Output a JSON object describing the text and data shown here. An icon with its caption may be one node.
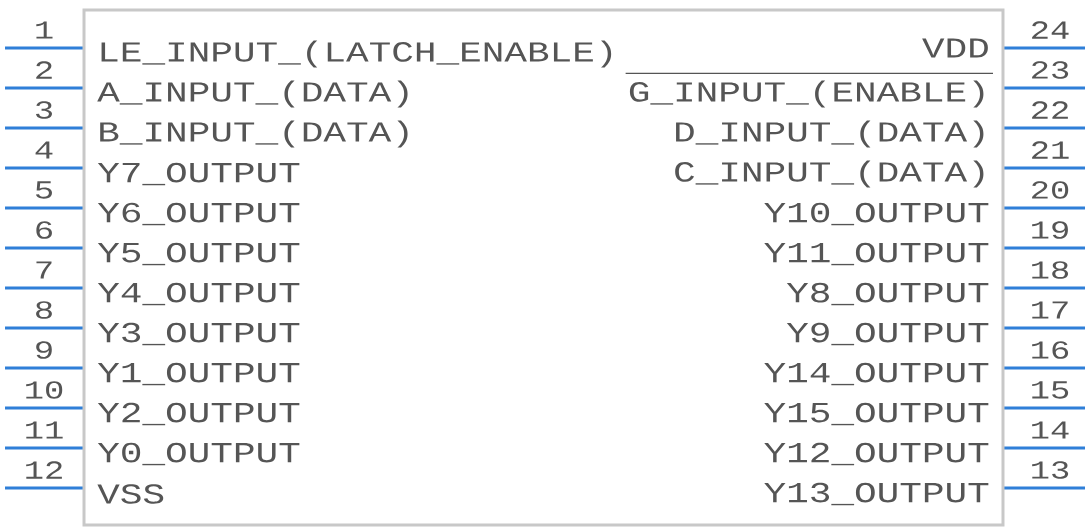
{
  "diagram": {
    "nodes": [
      {
        "text": [
          "LE_INPUT_(LATCH_ENABLE)",
          "A_INPUT_(DATA)",
          "B_INPUT_(DATA)",
          "Y7_OUTPUT",
          "Y6_OUTPUT",
          "Y5_OUTPUT",
          "Y4_OUTPUT",
          "Y3_OUTPUT",
          "Y1_OUTPUT",
          "Y2_OUTPUT",
          "Y0_OUTPUT",
          "VSS",
          "VDD",
          "G_INPUT_(ENABLE)",
          "D_INPUT_(DATA)",
          "C_INPUT_(DATA)",
          "Y10_OUTPUT",
          "Y11_OUTPUT",
          "Y8_OUTPUT",
          "Y9_OUTPUT",
          "Y14_OUTPUT",
          "Y15_OUTPUT",
          "Y12_OUTPUT",
          "Y13_OUTPUT"
        ]
      }
    ],
    "labels": [
      "1",
      "2",
      "3",
      "4",
      "5",
      "6",
      "7",
      "8",
      "9",
      "10",
      "11",
      "12",
      "24",
      "23",
      "22",
      "21",
      "20",
      "19",
      "18",
      "17",
      "16",
      "15",
      "14",
      "13"
    ]
  }
}
